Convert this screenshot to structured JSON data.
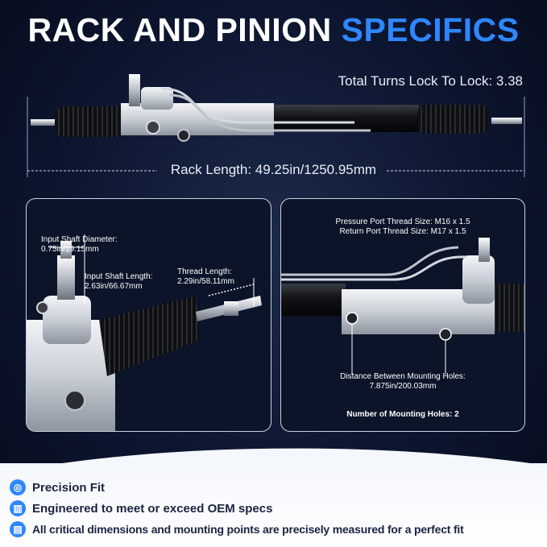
{
  "header": {
    "title_main": "RACK AND PINION",
    "title_accent": "SPECIFICS"
  },
  "top": {
    "turns_label": "Total Turns Lock To Lock: 3.38",
    "rack_length_label": "Rack Length: 49.25in/1250.95mm"
  },
  "left_panel": {
    "input_shaft_diameter_label": "Input Shaft Diameter:",
    "input_shaft_diameter_value": "0.75in/19.15mm",
    "input_shaft_length_label": "Input Shaft Length:",
    "input_shaft_length_value": "2.63in/66.67mm",
    "thread_length_label": "Thread Length:",
    "thread_length_value": "2.29in/58.11mm"
  },
  "right_panel": {
    "pressure_port": "Pressure Port Thread Size: M16 x 1.5",
    "return_port": "Return Port Thread Size: M17 x 1.5",
    "mounting_distance_label": "Distance Between Mounting Holes:",
    "mounting_distance_value": "7.875in/200.03mm",
    "mounting_holes": "Number of Mounting Holes: 2"
  },
  "features": [
    {
      "icon": "target-icon",
      "text": "Precision Fit"
    },
    {
      "icon": "factory-icon",
      "text": "Engineered to meet or exceed OEM specs"
    },
    {
      "icon": "ruler-icon",
      "text": "All critical dimensions and mounting points are precisely measured for a perfect fit"
    }
  ],
  "colors": {
    "accent": "#2f86ff",
    "background": "#0d1630",
    "text_dark": "#1a2340"
  }
}
